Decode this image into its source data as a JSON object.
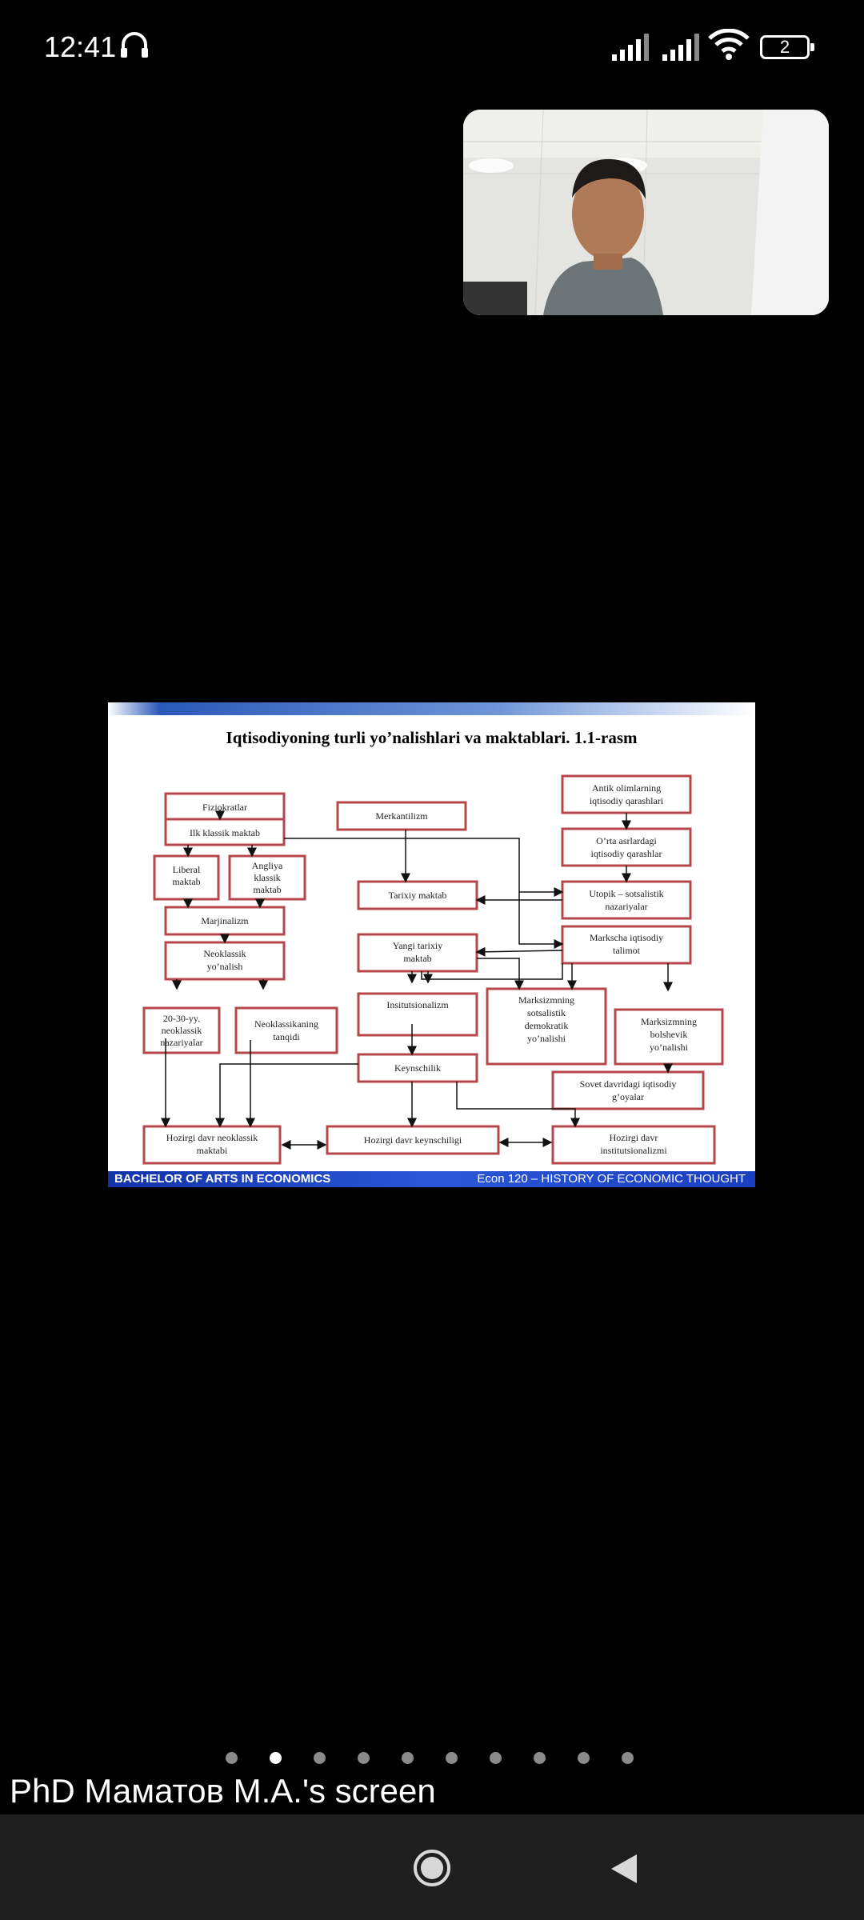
{
  "status_bar": {
    "time": "12:41",
    "battery": "2"
  },
  "slide": {
    "title": "Iqtisodiyoning turli yo’nalishlari va maktablari. 1.1-rasm",
    "footer_left": "BACHELOR OF ARTS IN ECONOMICS",
    "footer_right": "Econ 120 – HISTORY OF ECONOMIC THOUGHT",
    "boxes": {
      "fiziokratlar": "Fiziokratlar",
      "ilk_klassik": "Ilk klassik maktab",
      "liberal": [
        "Liberal",
        "maktab"
      ],
      "angliya": [
        "Angliya",
        "klassik",
        "maktab"
      ],
      "marjinalizm": "Marjinalizm",
      "neoklassik": [
        "Neoklassik",
        "yo’nalish"
      ],
      "yy_20_30": [
        "20-30-yy.",
        "neoklassik",
        "nazariyalar"
      ],
      "neoklassik_tanqidi": [
        "Neoklassikaning",
        "tanqidi"
      ],
      "merkantilizm": "Merkantilizm",
      "tarixiy": "Tarixiy maktab",
      "yangi_tarixiy": [
        "Yangi tarixiy",
        "maktab"
      ],
      "institutsionalizm": "Insitutsionalizm",
      "keynschilik": "Keynschilik",
      "antik": [
        "Antik olimlarning",
        "iqtisodiy qarashlari"
      ],
      "orta_asr": [
        "O’rta asrlardagi",
        "iqtisodiy qarashlar"
      ],
      "utopik": [
        "Utopik – sotsalistik",
        "nazariyalar"
      ],
      "markscha": [
        "Markscha iqtisodiy",
        "talimot"
      ],
      "marksizm_sots": [
        "Marksizmning",
        "sotsalistik",
        "demokratik",
        "yo’nalishi"
      ],
      "marksizm_bols": [
        "Marksizmning",
        "bolshevik",
        "yo’nalishi"
      ],
      "sovet": [
        "Sovet davridagi iqtisodiy",
        "g’oyalar"
      ],
      "hozirgi_neo": [
        "Hozirgi davr neoklassik",
        "maktabi"
      ],
      "hozirgi_keyns": "Hozirgi davr keynschiligi",
      "hozirgi_inst": [
        "Hozirgi davr",
        "institutsionalizmi"
      ]
    }
  },
  "pager": {
    "count": 10,
    "active_index": 1
  },
  "caption": "PhD Маматов М.А.'s screen",
  "icons": [
    "headset-icon",
    "signal-icon",
    "wifi-icon",
    "battery-icon",
    "home-icon",
    "back-icon"
  ]
}
